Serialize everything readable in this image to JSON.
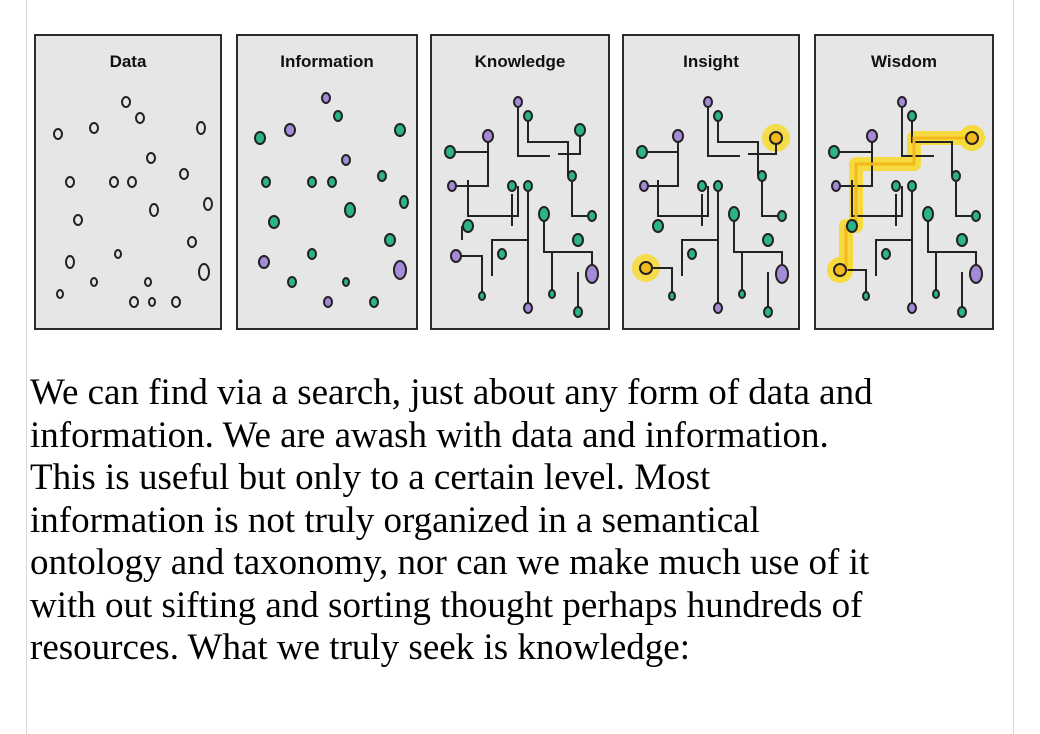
{
  "figure": {
    "panels": [
      {
        "id": "data",
        "title": "Data"
      },
      {
        "id": "information",
        "title": "Information"
      },
      {
        "id": "knowledge",
        "title": "Knowledge"
      },
      {
        "id": "insight",
        "title": "Insight"
      },
      {
        "id": "wisdom",
        "title": "Wisdom"
      }
    ],
    "colors": {
      "green": "#2bb38a",
      "purple": "#a58bd6",
      "highlight": "#f6d92e",
      "path": "#f3b81c",
      "ink": "#222222",
      "panel_bg": "#e6e6e6"
    }
  },
  "body": {
    "lines": [
      "We can find via a search, just about any form of data and",
      "information.  We are awash with data and information.",
      "This is useful but only to a certain level.  Most",
      "information is not truly organized in a semantical",
      "ontology and taxonomy, nor can we make much use of it",
      "with out sifting and sorting thought perhaps hundreds of",
      "resources.  What we truly seek is knowledge:"
    ]
  }
}
